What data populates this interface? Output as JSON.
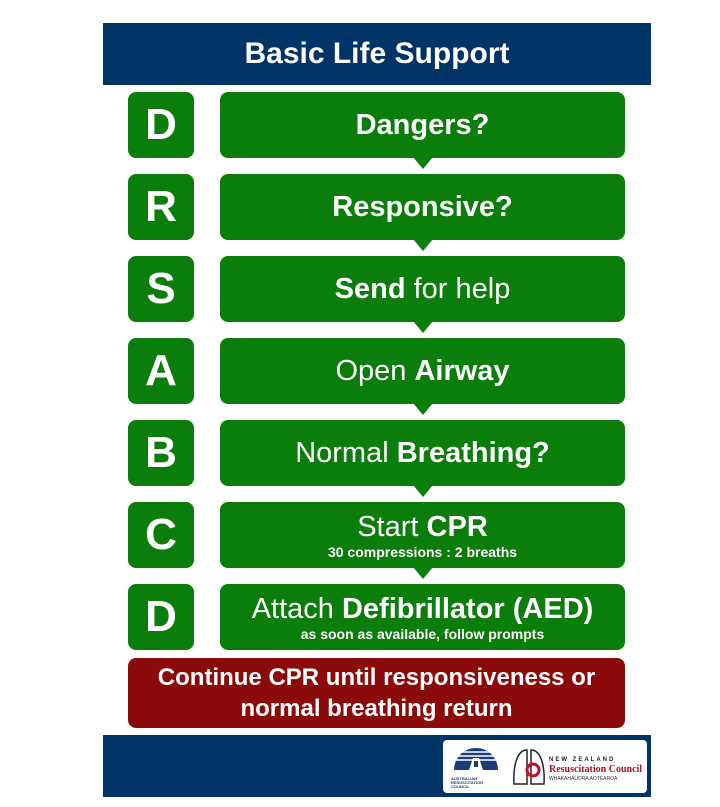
{
  "title": "Basic Life Support",
  "colors": {
    "navy": "#003466",
    "green": "#0a7d0a",
    "red": "#8b0a0a"
  },
  "steps": [
    {
      "letter": "D",
      "pre": "",
      "bold": "Dangers?",
      "post": "",
      "sub": ""
    },
    {
      "letter": "R",
      "pre": "",
      "bold": "Responsive?",
      "post": "",
      "sub": ""
    },
    {
      "letter": "S",
      "pre": "",
      "bold": "Send",
      "post": " for help",
      "sub": ""
    },
    {
      "letter": "A",
      "pre": "Open ",
      "bold": "Airway",
      "post": "",
      "sub": ""
    },
    {
      "letter": "B",
      "pre": "Normal ",
      "bold": "Breathing?",
      "post": "",
      "sub": ""
    },
    {
      "letter": "C",
      "pre": "Start ",
      "bold": "CPR",
      "post": "",
      "sub": "30 compressions : 2 breaths"
    },
    {
      "letter": "D",
      "pre": "Attach ",
      "bold": "Defibrillator (AED)",
      "post": "",
      "sub": "as soon as available, follow prompts"
    }
  ],
  "continue": {
    "line1": "Continue CPR until responsiveness or",
    "line2": "normal breathing return"
  },
  "logos": {
    "arc": [
      "AUSTRALIAN",
      "RESUSCITATION",
      "COUNCIL"
    ],
    "nz": {
      "line1": "NEW ZEALAND",
      "line2": "Resuscitation Council",
      "line3": "WHAKAHAUORA AOTEAROA"
    }
  }
}
